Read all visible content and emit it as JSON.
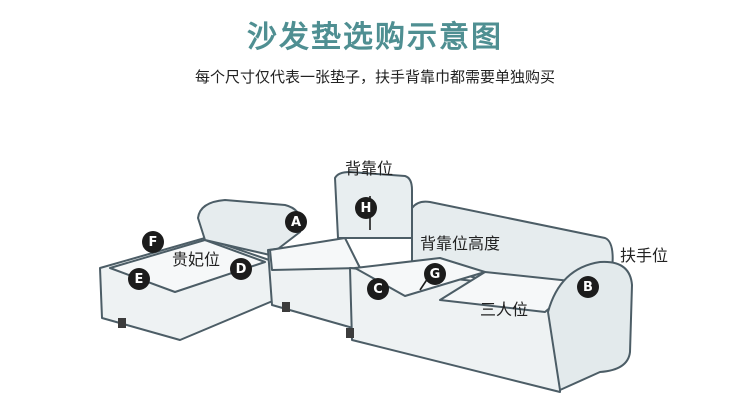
{
  "title": "沙发垫选购示意图",
  "subtitle": "每个尺寸仅代表一张垫子，扶手背靠巾都需要单独购买",
  "labels": {
    "backrest": "背靠位",
    "backrest_height": "背靠位高度",
    "armrest": "扶手位",
    "chaise": "贵妃位",
    "three_seat": "三人位"
  },
  "markers": [
    "A",
    "B",
    "C",
    "D",
    "E",
    "F",
    "G",
    "H"
  ],
  "colors": {
    "title": "#4f8f92",
    "marker": "#1c1c1c",
    "sketch": "#5a6f78"
  }
}
